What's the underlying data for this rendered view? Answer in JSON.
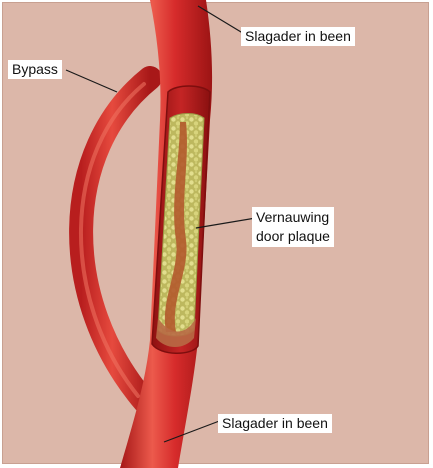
{
  "labels": {
    "artery_top": "Slagader in been",
    "bypass": "Bypass",
    "narrowing_line1": "Vernauwing",
    "narrowing_line2": "door plaque",
    "artery_bottom": "Slagader in been"
  },
  "colors": {
    "background": "#dcb7a9",
    "artery": "#d62b2b",
    "artery_shadow": "#a51717",
    "artery_highlight": "#ec5a4c",
    "plaque": "#c8c46a",
    "plaque_core": "#b9622f",
    "label_bg": "#ffffff"
  }
}
